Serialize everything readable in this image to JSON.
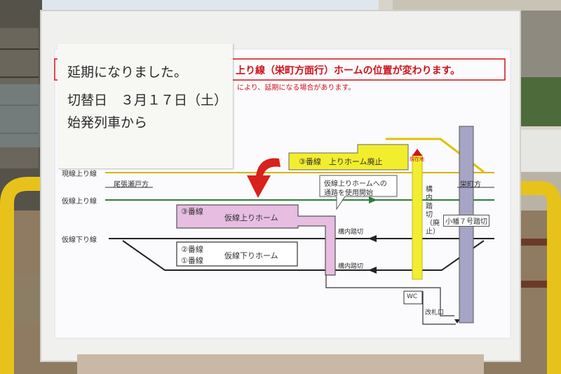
{
  "notice": {
    "line1": "延期になりました。",
    "line2": "切替日　３月１７日（土）",
    "line3": "始発列車から"
  },
  "map": {
    "title": "上り線（栄町方面行）ホームの位置が変わります。",
    "subtitle": "により、延期になる場合があります。",
    "tracks": {
      "current_up": "現線上り線",
      "temp_up": "仮線上り線",
      "temp_down": "仮線下り線"
    },
    "directions": {
      "west": "尾張瀬戸方",
      "east": "栄町方"
    },
    "platforms": {
      "abolished": "③番線　上りホーム廃止",
      "temp_up_num": "③番線",
      "temp_up_name": "仮線上りホーム",
      "temp_down_num2": "②番線",
      "temp_down_num1": "①番線",
      "temp_down_name": "仮線下りホーム"
    },
    "callout": {
      "line1": "仮線上りホームへの",
      "line2": "通路を使用開始"
    },
    "crossings": {
      "inner_vertical": "構内踏切（廃止）",
      "inner_upper": "構内踏切",
      "inner_lower": "構内踏切",
      "kobata": "小幡７号踏切"
    },
    "facilities": {
      "wc": "WC",
      "gate": "改札口",
      "existing": "現在地"
    }
  },
  "colors": {
    "title_red": "#d0121b",
    "yellow_route": "#f2ee2e",
    "pink_platform": "#e7bde2",
    "track_green": "#2f7d3a",
    "track_yellow": "#d8b400",
    "arrow_red": "#d8221b"
  }
}
